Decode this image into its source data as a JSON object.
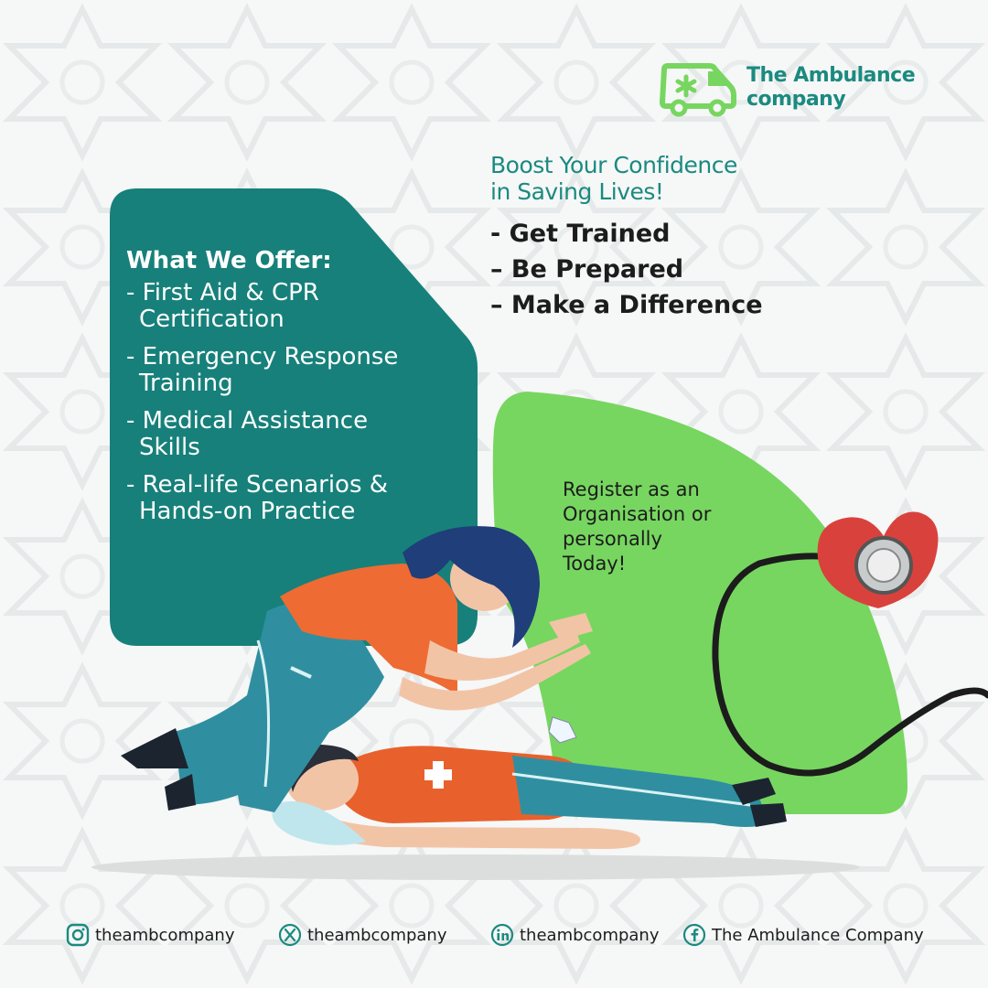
{
  "brand": {
    "line1": "The Ambulance",
    "line2": "company",
    "icon": "ambulance-icon",
    "color": "#1b8a80",
    "accent": "#77d660"
  },
  "headline": {
    "line1": "Boost Your Confidence",
    "line2": "in Saving Lives!"
  },
  "ctas": [
    "- Get Trained",
    "– Be Prepared",
    "– Make a Difference"
  ],
  "offer": {
    "title": "What We Offer:",
    "items": [
      {
        "line1": "- First Aid & CPR",
        "line2": "  Certification"
      },
      {
        "line1": "- Emergency Response",
        "line2": "  Training"
      },
      {
        "line1": "- Medical Assistance",
        "line2": "  Skills"
      },
      {
        "line1": "- Real-life Scenarios &",
        "line2": "  Hands-on Practice"
      }
    ],
    "color": "#17807a"
  },
  "register": {
    "line1": "Register as an",
    "line2": "Organisation or",
    "line3": "personally",
    "line4": "Today!"
  },
  "socials": [
    {
      "icon": "instagram-icon",
      "handle": "theambcompany"
    },
    {
      "icon": "x-icon",
      "handle": "theambcompany"
    },
    {
      "icon": "linkedin-icon",
      "handle": "theambcompany"
    },
    {
      "icon": "facebook-icon",
      "handle": "The  Ambulance Company"
    }
  ]
}
